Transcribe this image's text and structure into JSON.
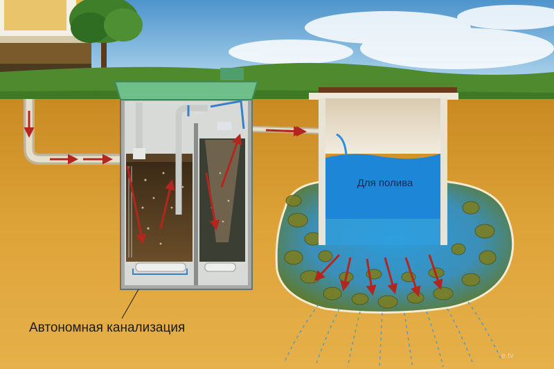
{
  "labels": {
    "tank_caption": "Автономная канализация",
    "well_caption": "Для полива",
    "watermark": "e.tv"
  },
  "colors": {
    "sky": "#7fb3d8",
    "grass": "#4f8a2e",
    "soil": "#d99b2b",
    "pipe": "#d6cdb8",
    "flow_arrow": "#b3261e",
    "water": "#1e86d6",
    "gravel": "#6b7a22"
  },
  "icons": [
    "house",
    "tree",
    "septic-tank",
    "drainage-well",
    "flow-arrow"
  ]
}
